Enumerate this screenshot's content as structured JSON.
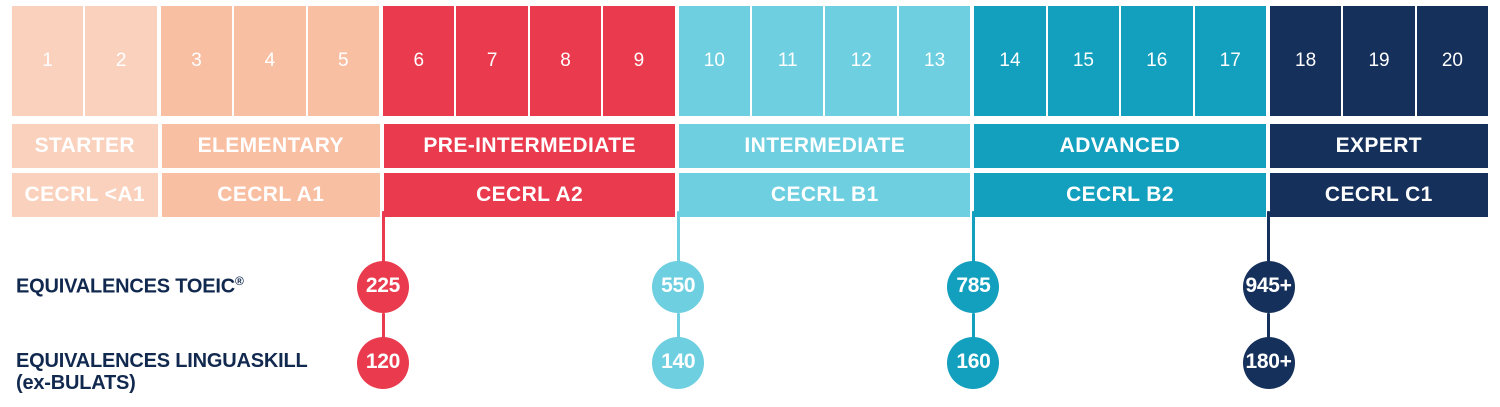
{
  "chart_data": {
    "type": "table",
    "title": "",
    "levels": [
      {
        "number": "1",
        "group": "starter"
      },
      {
        "number": "2",
        "group": "starter"
      },
      {
        "number": "3",
        "group": "elementary"
      },
      {
        "number": "4",
        "group": "elementary"
      },
      {
        "number": "5",
        "group": "elementary"
      },
      {
        "number": "6",
        "group": "pre-intermediate"
      },
      {
        "number": "7",
        "group": "pre-intermediate"
      },
      {
        "number": "8",
        "group": "pre-intermediate"
      },
      {
        "number": "9",
        "group": "pre-intermediate"
      },
      {
        "number": "10",
        "group": "intermediate"
      },
      {
        "number": "11",
        "group": "intermediate"
      },
      {
        "number": "12",
        "group": "intermediate"
      },
      {
        "number": "13",
        "group": "intermediate"
      },
      {
        "number": "14",
        "group": "advanced"
      },
      {
        "number": "15",
        "group": "advanced"
      },
      {
        "number": "16",
        "group": "advanced"
      },
      {
        "number": "17",
        "group": "advanced"
      },
      {
        "number": "18",
        "group": "expert"
      },
      {
        "number": "19",
        "group": "expert"
      },
      {
        "number": "20",
        "group": "expert"
      }
    ],
    "groups": [
      {
        "key": "starter",
        "level_label": "STARTER",
        "cecrl_label": "CECRL <A1",
        "color": "#fad1bc",
        "span": 2
      },
      {
        "key": "elementary",
        "level_label": "ELEMENTARY",
        "cecrl_label": "CECRL A1",
        "color": "#f9bfa3",
        "span": 3
      },
      {
        "key": "pre-intermediate",
        "level_label": "PRE-INTERMEDIATE",
        "cecrl_label": "CECRL A2",
        "color": "#ea3a4d",
        "span": 4
      },
      {
        "key": "intermediate",
        "level_label": "INTERMEDIATE",
        "cecrl_label": "CECRL B1",
        "color": "#6dcfe0",
        "span": 4
      },
      {
        "key": "advanced",
        "level_label": "ADVANCED",
        "cecrl_label": "CECRL B2",
        "color": "#12a0be",
        "span": 4
      },
      {
        "key": "expert",
        "level_label": "EXPERT",
        "cecrl_label": "CECRL C1",
        "color": "#16305c",
        "span": 3
      }
    ]
  },
  "equivalences": {
    "toeic": {
      "label": "EQUIVALENCES TOEIC",
      "label_suffix": "®",
      "markers": [
        {
          "value": "225",
          "group": "pre-intermediate",
          "color": "#ea3a4d"
        },
        {
          "value": "550",
          "group": "intermediate",
          "color": "#6dcfe0"
        },
        {
          "value": "785",
          "group": "advanced",
          "color": "#12a0be"
        },
        {
          "value": "945+",
          "group": "expert",
          "color": "#16305c"
        }
      ]
    },
    "linguaskill": {
      "label": "EQUIVALENCES LINGUASKILL",
      "label_line2": "(ex-BULATS)",
      "markers": [
        {
          "value": "120",
          "group": "pre-intermediate",
          "color": "#ea3a4d"
        },
        {
          "value": "140",
          "group": "intermediate",
          "color": "#6dcfe0"
        },
        {
          "value": "160",
          "group": "advanced",
          "color": "#12a0be"
        },
        {
          "value": "180+",
          "group": "expert",
          "color": "#16305c"
        }
      ]
    }
  },
  "palette": {
    "starter": "#fad1bc",
    "elementary": "#f9bfa3",
    "pre_intermediate": "#ea3a4d",
    "intermediate": "#6dcfe0",
    "advanced": "#12a0be",
    "expert": "#16305c",
    "text_navy": "#12294f"
  }
}
